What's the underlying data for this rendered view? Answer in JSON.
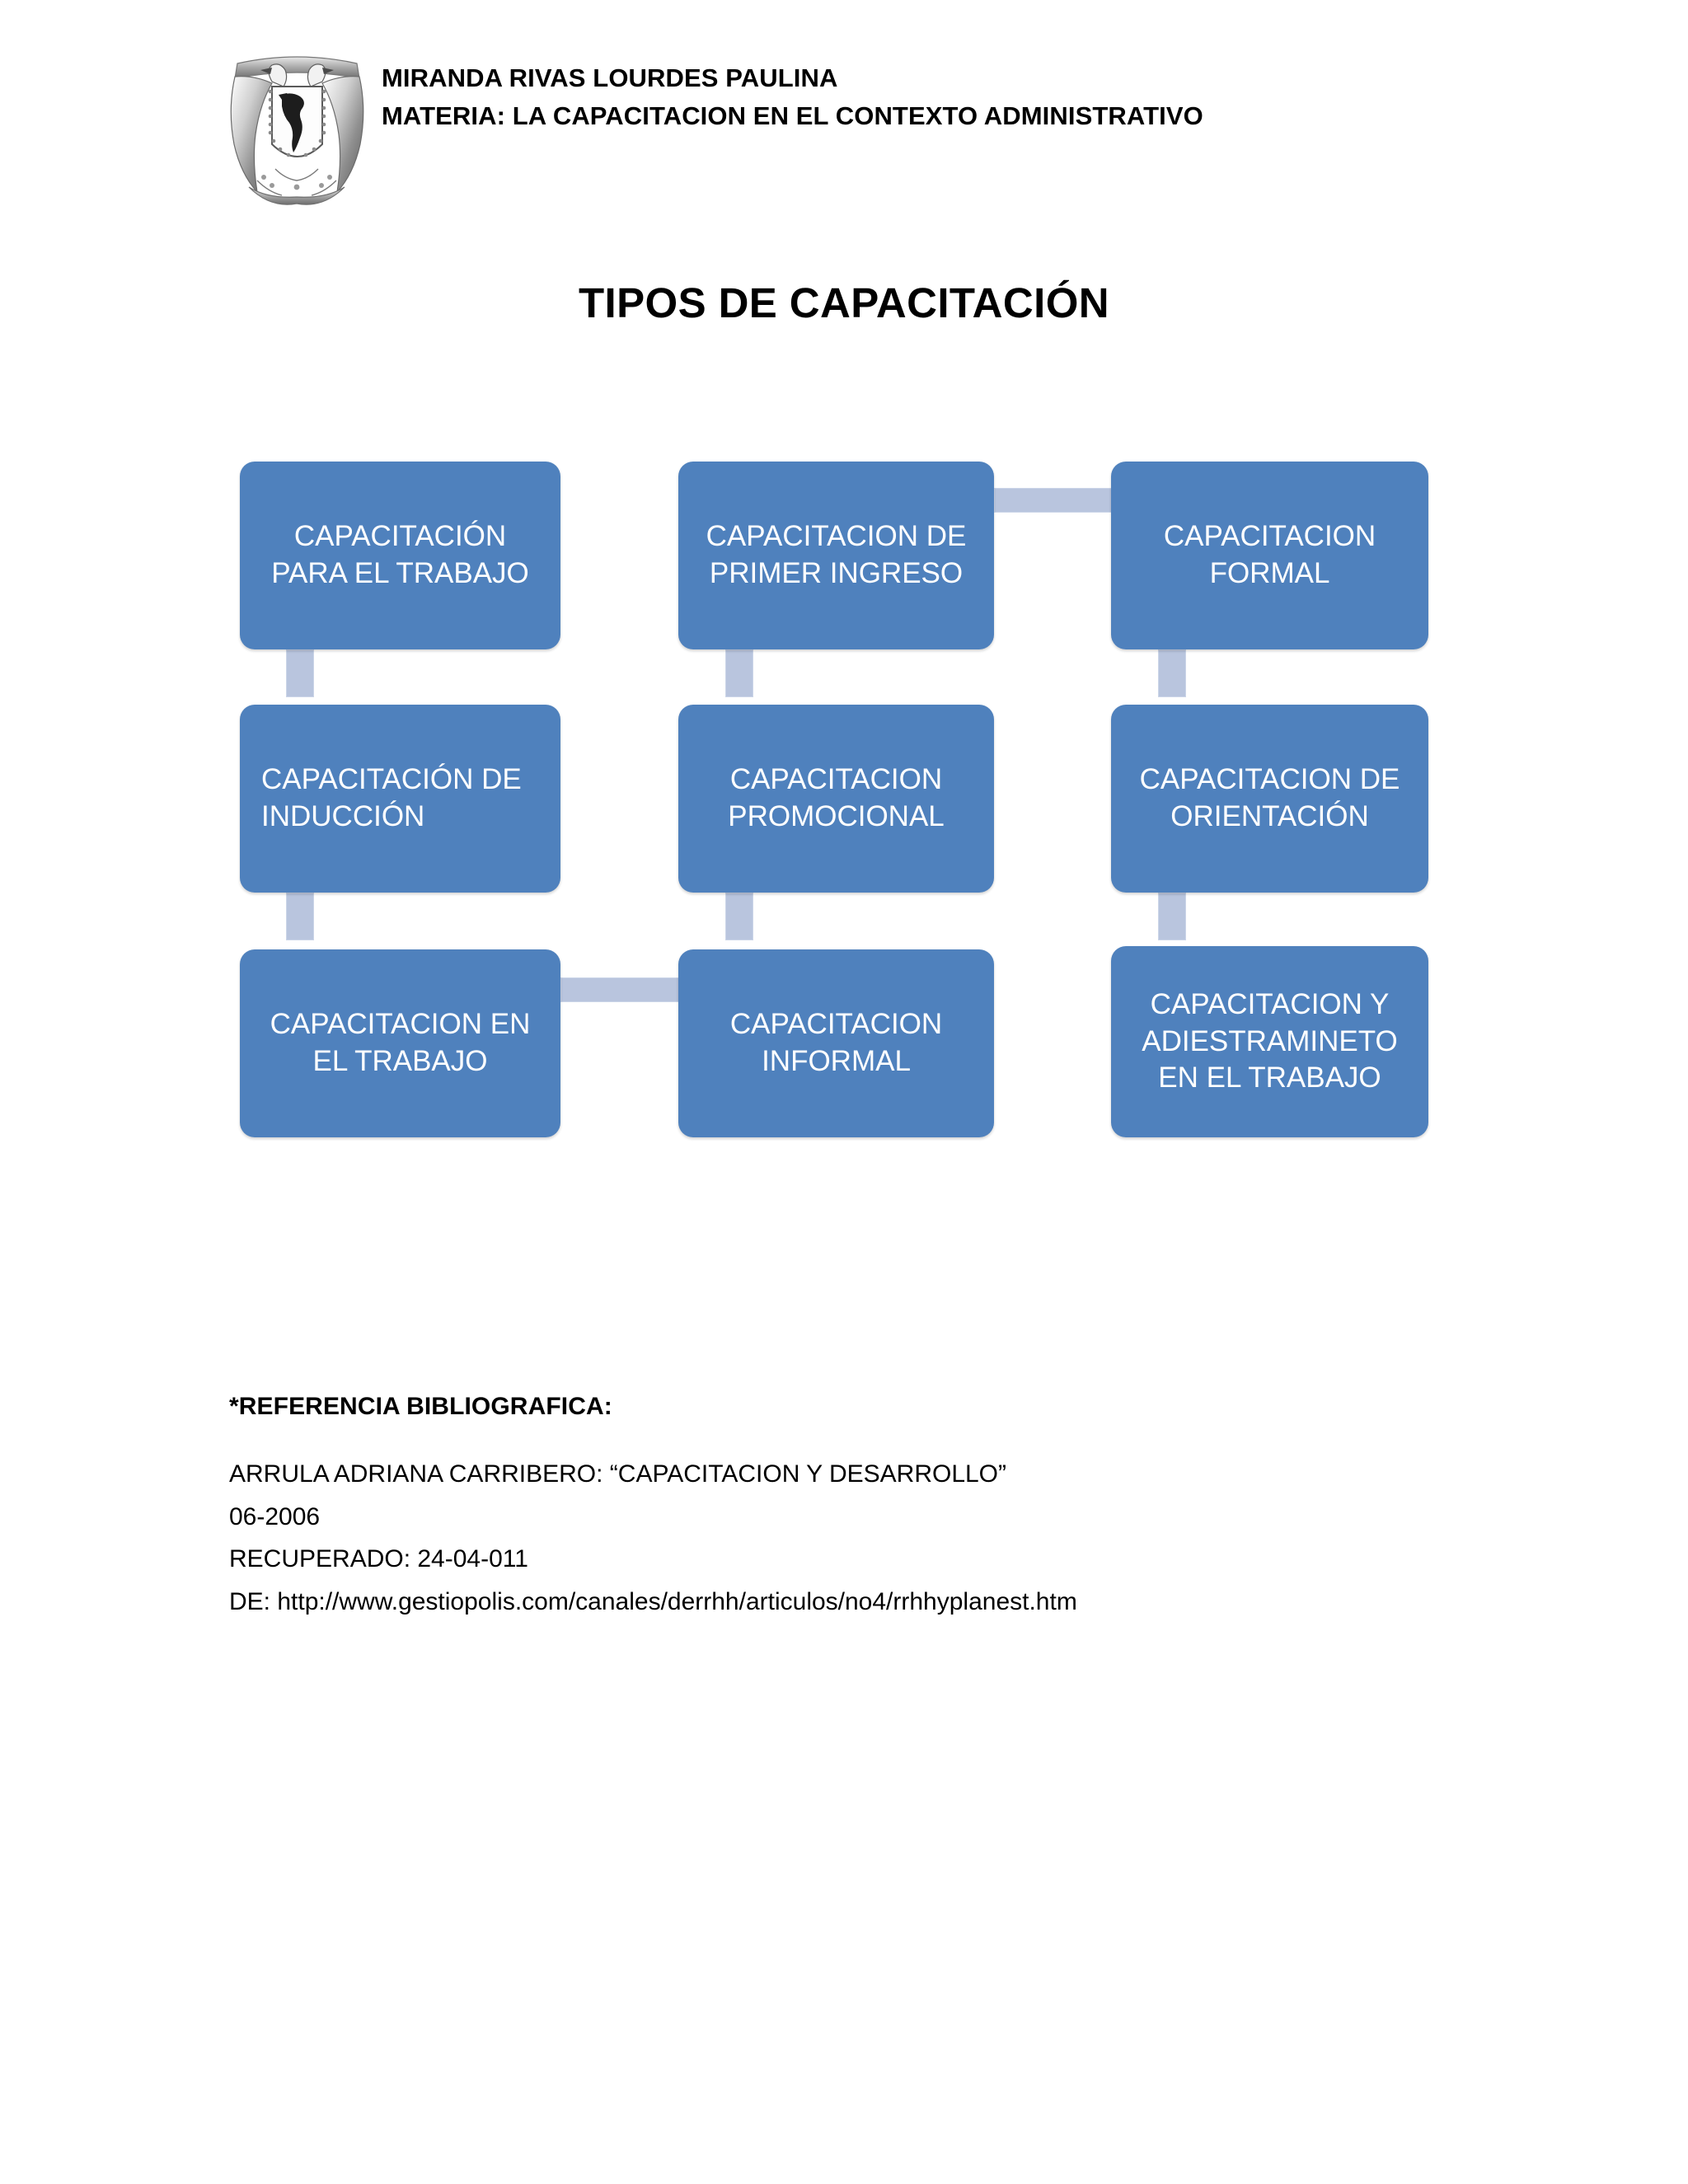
{
  "header": {
    "logo_icon": "unam-shield-logo",
    "line1": "MIRANDA RIVAS LOURDES PAULINA",
    "line2": "MATERIA: LA CAPACITACION EN EL CONTEXTO ADMINISTRATIVO"
  },
  "title": "TIPOS DE CAPACITACIÓN",
  "colors": {
    "node_fill": "#4F81BD",
    "node_text": "#FFFFFF",
    "connector_fill": "#B9C5DE",
    "connector_border": "#CBD5E8",
    "page_background": "#FFFFFF",
    "body_text": "#000000"
  },
  "diagram": {
    "type": "flowchart",
    "nodes": [
      {
        "id": "n1",
        "label": "CAPACITACIÓN\nPARA EL TRABAJO",
        "column": 1,
        "row": 1,
        "align": "center"
      },
      {
        "id": "n2",
        "label": "CAPACITACION DE\nPRIMER INGRESO",
        "column": 2,
        "row": 1,
        "align": "center"
      },
      {
        "id": "n3",
        "label": "CAPACITACION\nFORMAL",
        "column": 3,
        "row": 1,
        "align": "center"
      },
      {
        "id": "n4",
        "label": "CAPACITACIÓN DE\nINDUCCIÓN",
        "column": 1,
        "row": 2,
        "align": "left"
      },
      {
        "id": "n5",
        "label": "CAPACITACION\nPROMOCIONAL",
        "column": 2,
        "row": 2,
        "align": "center"
      },
      {
        "id": "n6",
        "label": "CAPACITACION DE\nORIENTACIÓN",
        "column": 3,
        "row": 2,
        "align": "center"
      },
      {
        "id": "n7",
        "label": "CAPACITACION EN\nEL TRABAJO",
        "column": 1,
        "row": 3,
        "align": "center"
      },
      {
        "id": "n8",
        "label": "CAPACITACION\nINFORMAL",
        "column": 2,
        "row": 3,
        "align": "center"
      },
      {
        "id": "n9",
        "label": "CAPACITACION Y\nADIESTRAMINETO\nEN EL TRABAJO",
        "column": 3,
        "row": 3,
        "align": "center"
      }
    ],
    "connectors": [
      {
        "id": "c1",
        "from": "n1",
        "to": "n4",
        "orientation": "vertical"
      },
      {
        "id": "c2",
        "from": "n4",
        "to": "n7",
        "orientation": "vertical"
      },
      {
        "id": "c3",
        "from": "n2",
        "to": "n5",
        "orientation": "vertical"
      },
      {
        "id": "c4",
        "from": "n5",
        "to": "n8",
        "orientation": "vertical"
      },
      {
        "id": "c5",
        "from": "n3",
        "to": "n6",
        "orientation": "vertical"
      },
      {
        "id": "c6",
        "from": "n6",
        "to": "n9",
        "orientation": "vertical"
      },
      {
        "id": "c7",
        "from": "n2",
        "to": "n3",
        "orientation": "horizontal"
      },
      {
        "id": "c8",
        "from": "n7",
        "to": "n8",
        "orientation": "horizontal"
      }
    ]
  },
  "bibliography": {
    "heading": "*REFERENCIA BIBLIOGRAFICA:",
    "lines": [
      "ARRULA ADRIANA CARRIBERO: “CAPACITACION Y DESARROLLO”",
      "06-2006",
      "RECUPERADO: 24-04-011",
      "DE: http://www.gestiopolis.com/canales/derrhh/articulos/no4/rrhhyplanest.htm"
    ]
  }
}
